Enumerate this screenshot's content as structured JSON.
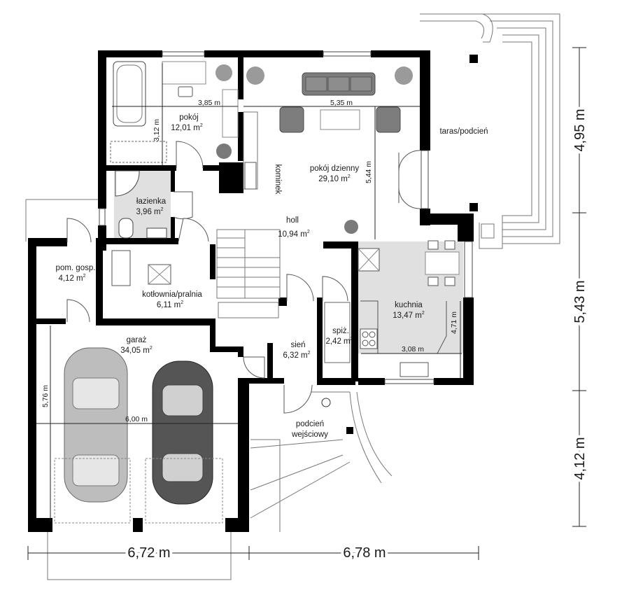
{
  "rooms": [
    {
      "name": "pokój",
      "area": "12,01 m"
    },
    {
      "name": "łazienka",
      "area": "3,96 m"
    },
    {
      "name": "pokój dzienny",
      "area": "29,10 m"
    },
    {
      "name": "holl",
      "area": "10,94 m"
    },
    {
      "name": "pom. gosp.",
      "area": "4,12 m"
    },
    {
      "name": "kotłownia/pralnia",
      "area": "6,11 m"
    },
    {
      "name": "kuchnia",
      "area": "13,47 m"
    },
    {
      "name": "spiż.",
      "area": "2,42 m"
    },
    {
      "name": "sień",
      "area": "6,32 m"
    },
    {
      "name": "garaż",
      "area": "34,05 m"
    }
  ],
  "area_sup": "2",
  "labels": {
    "terrace": "taras/podcień",
    "fireplace": "kominek",
    "entrance_line1": "podcień",
    "entrance_line2": "wejściowy"
  },
  "inner_dims": {
    "room_width": "3,85 m",
    "room_height": "3,12 m",
    "living_width": "5,35 m",
    "living_height": "5,44 m",
    "kitchen_width": "3,08 m",
    "kitchen_height": "4,71 m",
    "garage_width": "6,00 m",
    "garage_height": "5,76 m"
  },
  "outer_dims": {
    "bottom_left": "6,72 m",
    "bottom_right": "6,78 m",
    "right_top": "4,95 m",
    "right_middle": "5,43 m",
    "right_bottom": "4,12 m"
  }
}
